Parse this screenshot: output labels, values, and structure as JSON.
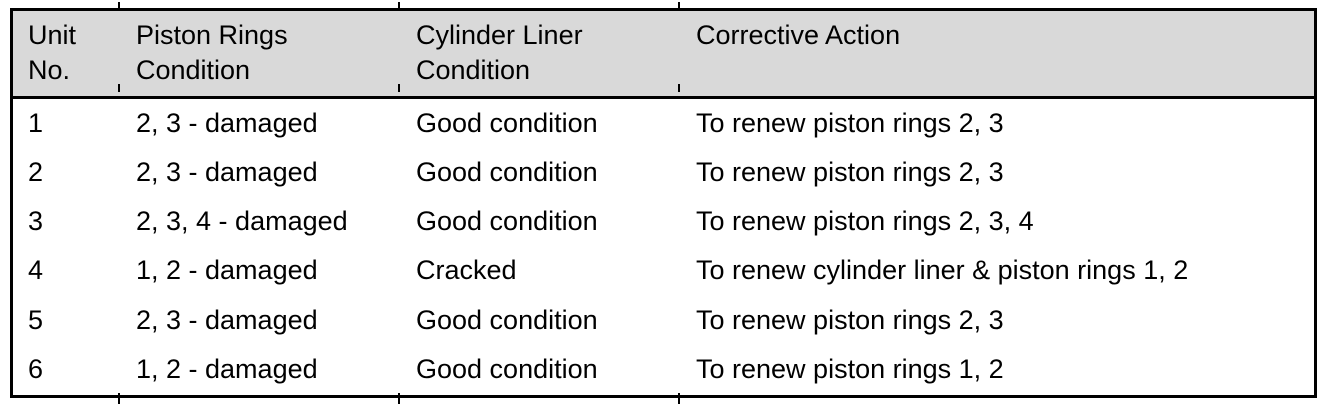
{
  "table": {
    "name": "engine-unit-inspection-table",
    "colors": {
      "header_background": "#d9d9d9",
      "border": "#000000",
      "body_background": "#ffffff",
      "text": "#000000"
    },
    "columns": [
      {
        "key": "unit_no",
        "label": "Unit No."
      },
      {
        "key": "rings",
        "label": "Piston Rings Condition"
      },
      {
        "key": "liner",
        "label": "Cylinder Liner Condition"
      },
      {
        "key": "action",
        "label": "Corrective Action"
      }
    ],
    "rows": [
      {
        "unit_no": "1",
        "rings": "2, 3 - damaged",
        "liner": "Good condition",
        "action": "To renew piston rings 2, 3"
      },
      {
        "unit_no": "2",
        "rings": "2, 3 - damaged",
        "liner": "Good condition",
        "action": "To renew piston rings 2, 3"
      },
      {
        "unit_no": "3",
        "rings": "2, 3, 4 - damaged",
        "liner": "Good condition",
        "action": "To renew piston rings 2, 3, 4"
      },
      {
        "unit_no": "4",
        "rings": "1, 2 - damaged",
        "liner": "Cracked",
        "action": "To renew cylinder liner & piston rings 1, 2"
      },
      {
        "unit_no": "5",
        "rings": "2, 3 - damaged",
        "liner": "Good condition",
        "action": "To renew piston rings 2, 3"
      },
      {
        "unit_no": "6",
        "rings": "1, 2 - damaged",
        "liner": "Good condition",
        "action": "To renew piston rings 1, 2"
      }
    ]
  }
}
